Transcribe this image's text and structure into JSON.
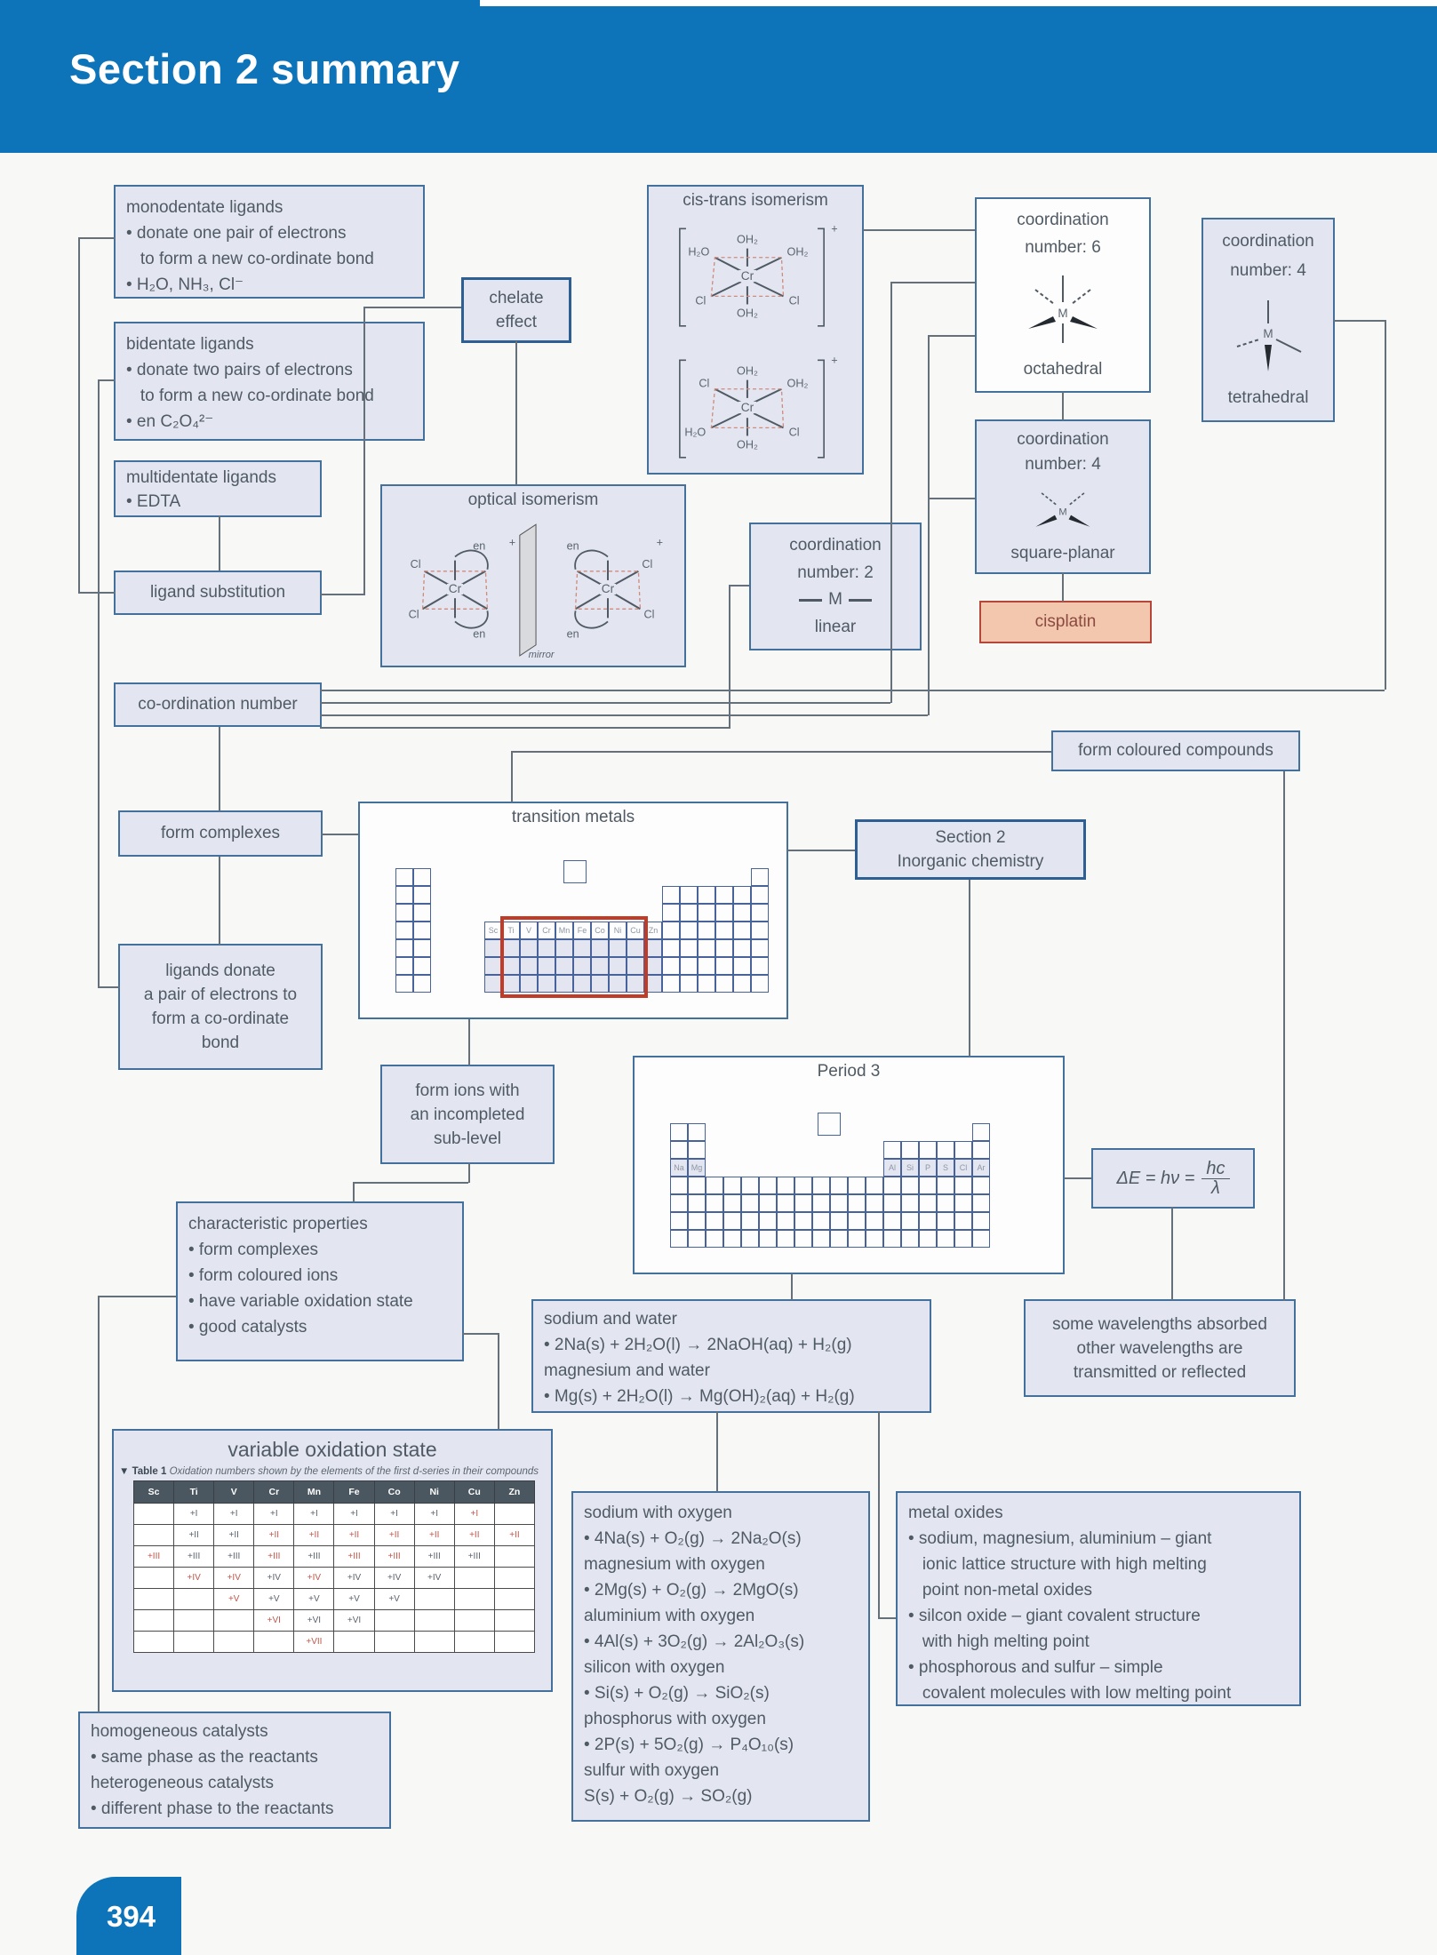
{
  "page": {
    "title": "Section 2 summary",
    "page_number": "394"
  },
  "colors": {
    "header_blue": "#0d74ba",
    "box_fill": "#e3e6f1",
    "box_border": "#44719c",
    "highlight_red": "#c23b27",
    "cisplatin_fill": "#f3c7ae",
    "cisplatin_border": "#b5473a",
    "table_header": "#4a5660",
    "table_red_text": "#c1574a",
    "connector_grey": "#66707a"
  },
  "boxes": {
    "monodentate": {
      "lines": [
        "monodentate ligands",
        "• donate one pair of electrons",
        "   to form a new co-ordinate bond",
        "• H₂O, NH₃, Cl⁻"
      ]
    },
    "bidentate": {
      "lines": [
        "bidentate ligands",
        "• donate two pairs of electrons",
        "   to form a new co-ordinate bond",
        "• en C₂O₄²⁻"
      ]
    },
    "multidentate": {
      "lines": [
        "multidentate ligands",
        "• EDTA"
      ]
    },
    "ligand_substitution": {
      "label": "ligand substitution"
    },
    "chelate": {
      "lines": [
        "chelate",
        "effect"
      ]
    },
    "cis_trans": {
      "title": "cis-trans isomerism",
      "s1": {
        "center": "Cr",
        "charge": "+",
        "top": "OH₂",
        "tl": "H₂O",
        "tr": "OH₂",
        "bl": "Cl",
        "br": "Cl",
        "bottom": "OH₂"
      },
      "s2": {
        "center": "Cr",
        "charge": "+",
        "top": "OH₂",
        "tl": "Cl",
        "tr": "OH₂",
        "bl": "H₂O",
        "br": "Cl",
        "bottom": "OH₂"
      }
    },
    "optical": {
      "title": "optical isomerism",
      "mirror_label": "mirror",
      "left": {
        "center": "Cr",
        "tl": "Cl",
        "bl": "Cl",
        "en_top": "en",
        "en_bottom": "en",
        "charge": "+"
      },
      "right": {
        "center": "Cr",
        "tr": "Cl",
        "br": "Cl",
        "en_top": "en",
        "en_bottom": "en",
        "charge": "+"
      }
    },
    "coord2": {
      "l1": "coordination",
      "l2": "number: 2",
      "m": "M",
      "shape": "linear"
    },
    "coord6": {
      "l1": "coordination",
      "l2": "number: 6",
      "m": "M",
      "shape": "octahedral"
    },
    "coord4sp": {
      "l1": "coordination",
      "l2": "number: 4",
      "m": "M",
      "shape": "square-planar"
    },
    "coord4tet": {
      "l1": "coordination",
      "l2": "number: 4",
      "m": "M",
      "shape": "tetrahedral"
    },
    "cisplatin": {
      "label": "cisplatin"
    },
    "coord_number": {
      "label": "co-ordination number"
    },
    "form_coloured": {
      "label": "form coloured compounds"
    },
    "form_complexes": {
      "label": "form complexes"
    },
    "transition_metals": {
      "title": "transition metals",
      "d_labels": [
        "Sc",
        "Ti",
        "V",
        "Cr",
        "Mn",
        "Fe",
        "Co",
        "Ni",
        "Cu",
        "Zn"
      ]
    },
    "section2": {
      "lines": [
        "Section 2",
        "Inorganic chemistry"
      ]
    },
    "ligands_donate": {
      "lines": [
        "ligands donate",
        "a pair of electrons to",
        "form a co-ordinate",
        "bond"
      ]
    },
    "form_ions": {
      "lines": [
        "form ions with",
        "an incompleted",
        "sub-level"
      ]
    },
    "period3": {
      "title": "Period 3",
      "s_labels": [
        "Na",
        "Mg"
      ],
      "p_labels": [
        "Al",
        "Si",
        "P",
        "S",
        "Cl",
        "Ar"
      ]
    },
    "deltaE": {
      "prefix": "ΔE = hν =",
      "num": "hc",
      "den": "λ"
    },
    "char_props": {
      "lines": [
        "characteristic properties",
        "• form complexes",
        "• form coloured ions",
        "• have variable oxidation state",
        "• good catalysts"
      ]
    },
    "sodium_water": {
      "lines": [
        "sodium and water",
        "• 2Na(s) + 2H₂O(l) → 2NaOH(aq) + H₂(g)",
        "magnesium and water",
        "• Mg(s) + 2H₂O(l) → Mg(OH)₂(aq) + H₂(g)"
      ]
    },
    "wavelengths": {
      "lines": [
        "some wavelengths absorbed",
        "other wavelengths are",
        "transmitted or reflected"
      ]
    },
    "var_ox": {
      "title": "variable oxidation state",
      "caption_marker": "▼",
      "caption_bold": "Table 1",
      "caption_text": "Oxidation numbers shown by the elements of the first d-series in their compounds",
      "headers": [
        "Sc",
        "Ti",
        "V",
        "Cr",
        "Mn",
        "Fe",
        "Co",
        "Ni",
        "Cu",
        "Zn"
      ],
      "rows": [
        [
          [
            "",
            0
          ],
          [
            "+I",
            0
          ],
          [
            "+I",
            0
          ],
          [
            "+I",
            0
          ],
          [
            "+I",
            0
          ],
          [
            "+I",
            0
          ],
          [
            "+I",
            0
          ],
          [
            "+I",
            0
          ],
          [
            "+I",
            1
          ],
          [
            "",
            0
          ]
        ],
        [
          [
            "",
            0
          ],
          [
            "+II",
            0
          ],
          [
            "+II",
            0
          ],
          [
            "+II",
            1
          ],
          [
            "+II",
            1
          ],
          [
            "+II",
            1
          ],
          [
            "+II",
            1
          ],
          [
            "+II",
            1
          ],
          [
            "+II",
            1
          ],
          [
            "+II",
            1
          ]
        ],
        [
          [
            "+III",
            1
          ],
          [
            "+III",
            0
          ],
          [
            "+III",
            0
          ],
          [
            "+III",
            1
          ],
          [
            "+III",
            0
          ],
          [
            "+III",
            1
          ],
          [
            "+III",
            1
          ],
          [
            "+III",
            0
          ],
          [
            "+III",
            0
          ],
          [
            "",
            0
          ]
        ],
        [
          [
            "",
            0
          ],
          [
            "+IV",
            1
          ],
          [
            "+IV",
            1
          ],
          [
            "+IV",
            0
          ],
          [
            "+IV",
            1
          ],
          [
            "+IV",
            0
          ],
          [
            "+IV",
            0
          ],
          [
            "+IV",
            0
          ],
          [
            "",
            0
          ],
          [
            "",
            0
          ]
        ],
        [
          [
            "",
            0
          ],
          [
            "",
            0
          ],
          [
            "+V",
            1
          ],
          [
            "+V",
            0
          ],
          [
            "+V",
            0
          ],
          [
            "+V",
            0
          ],
          [
            "+V",
            0
          ],
          [
            "",
            0
          ],
          [
            "",
            0
          ],
          [
            "",
            0
          ]
        ],
        [
          [
            "",
            0
          ],
          [
            "",
            0
          ],
          [
            "",
            0
          ],
          [
            "+VI",
            1
          ],
          [
            "+VI",
            0
          ],
          [
            "+VI",
            0
          ],
          [
            "",
            0
          ],
          [
            "",
            0
          ],
          [
            "",
            0
          ],
          [
            "",
            0
          ]
        ],
        [
          [
            "",
            0
          ],
          [
            "",
            0
          ],
          [
            "",
            0
          ],
          [
            "",
            0
          ],
          [
            "+VII",
            1
          ],
          [
            "",
            0
          ],
          [
            "",
            0
          ],
          [
            "",
            0
          ],
          [
            "",
            0
          ],
          [
            "",
            0
          ]
        ]
      ]
    },
    "sodium_oxygen": {
      "lines": [
        "sodium with oxygen",
        "• 4Na(s) + O₂(g) → 2Na₂O(s)",
        "magnesium with oxygen",
        "• 2Mg(s) + O₂(g) → 2MgO(s)",
        "aluminium with oxygen",
        "• 4Al(s) + 3O₂(g) → 2Al₂O₃(s)",
        "silicon with oxygen",
        "• Si(s) + O₂(g) → SiO₂(s)",
        "phosphorus with oxygen",
        "• 2P(s) + 5O₂(g) → P₄O₁₀(s)",
        "sulfur with oxygen",
        "S(s) + O₂(g) → SO₂(g)"
      ]
    },
    "metal_oxides": {
      "lines": [
        "metal oxides",
        "• sodium, magnesium, aluminium – giant",
        "   ionic lattice structure with high melting",
        "   point non-metal oxides",
        "• silcon oxide – giant covalent structure",
        "   with high melting point",
        "• phosphorous and sulfur – simple",
        "   covalent molecules with low melting point"
      ]
    },
    "homo_cat": {
      "lines": [
        "homogeneous catalysts",
        "• same phase as the reactants",
        "heterogeneous catalysts",
        "• different phase to the reactants"
      ]
    }
  }
}
